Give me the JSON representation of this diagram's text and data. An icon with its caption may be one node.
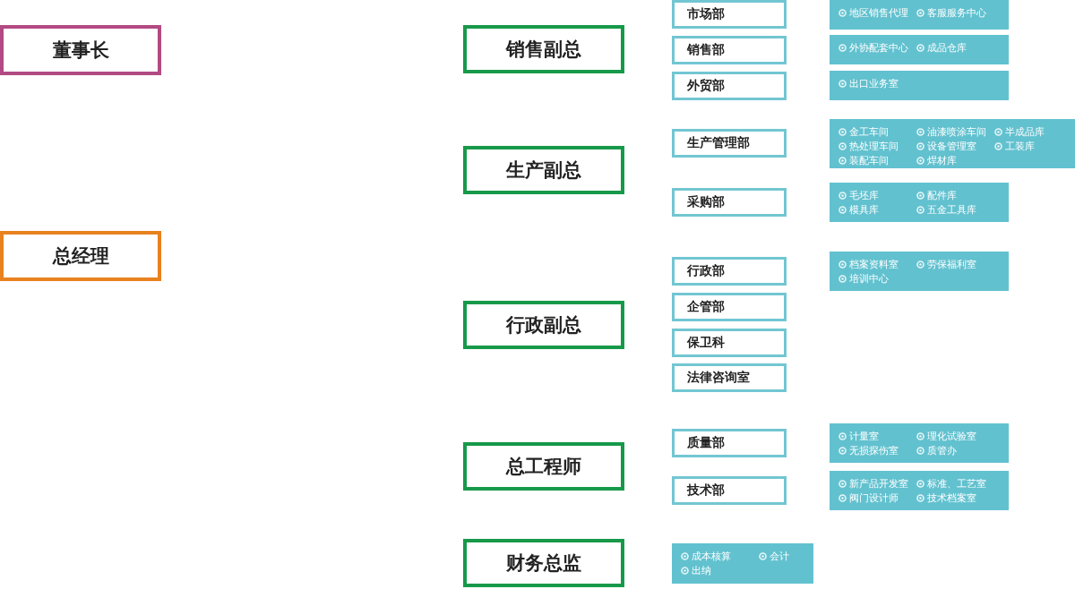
{
  "diagram": {
    "nodes": [
      {
        "text": [
          "董事长"
        ]
      },
      {
        "text": [
          "总经理"
        ]
      },
      {
        "text": [
          "销售副总"
        ]
      },
      {
        "text": [
          "市场部"
        ]
      },
      {
        "text": [
          "地区销售代理",
          "客服服务中心"
        ]
      },
      {
        "text": [
          "销售部"
        ]
      },
      {
        "text": [
          "外协配套中心",
          "成品仓库"
        ]
      },
      {
        "text": [
          "外贸部"
        ]
      },
      {
        "text": [
          "出口业务室"
        ]
      },
      {
        "text": [
          "生产副总"
        ]
      },
      {
        "text": [
          "生产管理部"
        ]
      },
      {
        "text": [
          "金工车间",
          "油漆喷涂车间",
          "半成品库",
          "热处理车间",
          "设备管理室",
          "工装库",
          "装配车间",
          "焊材库"
        ]
      },
      {
        "text": [
          "采购部"
        ]
      },
      {
        "text": [
          "毛坯库",
          "配件库",
          "模具库",
          "五金工具库"
        ]
      },
      {
        "text": [
          "行政副总"
        ]
      },
      {
        "text": [
          "行政部"
        ]
      },
      {
        "text": [
          "档案资料室",
          "劳保福利室",
          "培训中心"
        ]
      },
      {
        "text": [
          "企管部"
        ]
      },
      {
        "text": [
          "保卫科"
        ]
      },
      {
        "text": [
          "法律咨询室"
        ]
      },
      {
        "text": [
          "总工程师"
        ]
      },
      {
        "text": [
          "质量部"
        ]
      },
      {
        "text": [
          "计量室",
          "理化试验室",
          "无损探伤室",
          "质管办"
        ]
      },
      {
        "text": [
          "技术部"
        ]
      },
      {
        "text": [
          "新产品开发室",
          "标准、工艺室",
          "阀门设计师",
          "技术档案室"
        ]
      },
      {
        "text": [
          "财务总监"
        ]
      },
      {
        "text": [
          "成本核算",
          "会计",
          "出纳"
        ]
      }
    ]
  }
}
